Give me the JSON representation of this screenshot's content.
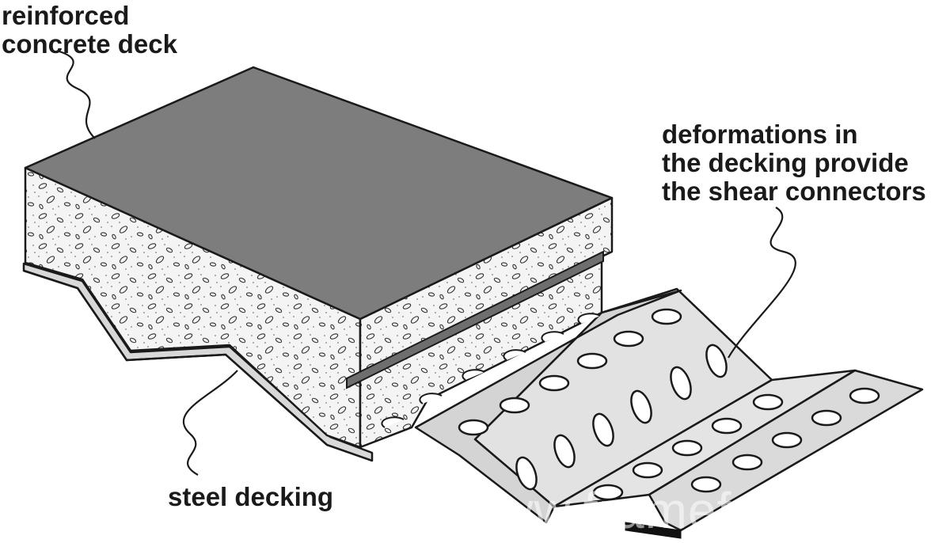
{
  "labels": {
    "concrete": [
      "reinforced",
      "concrete deck"
    ],
    "deformations": [
      "deformations in",
      "the decking provide",
      "the shear connectors"
    ],
    "steel": "steel decking"
  },
  "watermark": "www.frameformwork.nl",
  "colors": {
    "concrete_top": "#7d7d7d",
    "concrete_side": "#f3f3f3",
    "steel": "#dcdcdc",
    "steel_dark": "#444444",
    "outline": "#1a1a1a"
  }
}
